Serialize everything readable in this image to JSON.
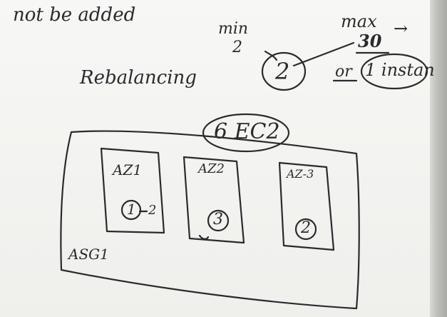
{
  "image": {
    "texts": {
      "top_note": "not be added",
      "min_label": "min",
      "min_value": "2",
      "max_label": "max",
      "max_value": "30",
      "arrow": "→",
      "desired_value": "2",
      "or_text": "or",
      "instance_text": "1 instan",
      "rebalancing": "Rebalancing",
      "ec2_label": "6 EC2",
      "az1_label": "AZ1",
      "az2_label": "AZ2",
      "az3_label": "AZ-3",
      "az1_count": "1",
      "az1_extra": "2",
      "az2_count": "3",
      "az3_count": "2",
      "asg_label": "ASG1"
    }
  }
}
